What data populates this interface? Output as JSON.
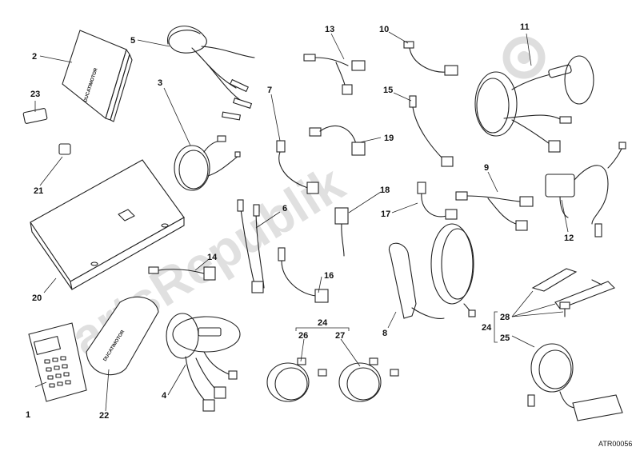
{
  "figure": {
    "reference_code": "ATR00056",
    "watermark_text": "PartsRepublik",
    "callouts": [
      "1",
      "2",
      "3",
      "4",
      "5",
      "6",
      "7",
      "8",
      "9",
      "10",
      "11",
      "12",
      "13",
      "14",
      "15",
      "16",
      "17",
      "18",
      "19",
      "20",
      "21",
      "22",
      "23",
      "24",
      "25",
      "26",
      "27",
      "28"
    ],
    "group_bracket_labels": [
      "24",
      "24"
    ],
    "part_brand_labels": {
      "manual": "DUCATIMOTOR",
      "pouch": "DUCATIMOTOR"
    }
  }
}
